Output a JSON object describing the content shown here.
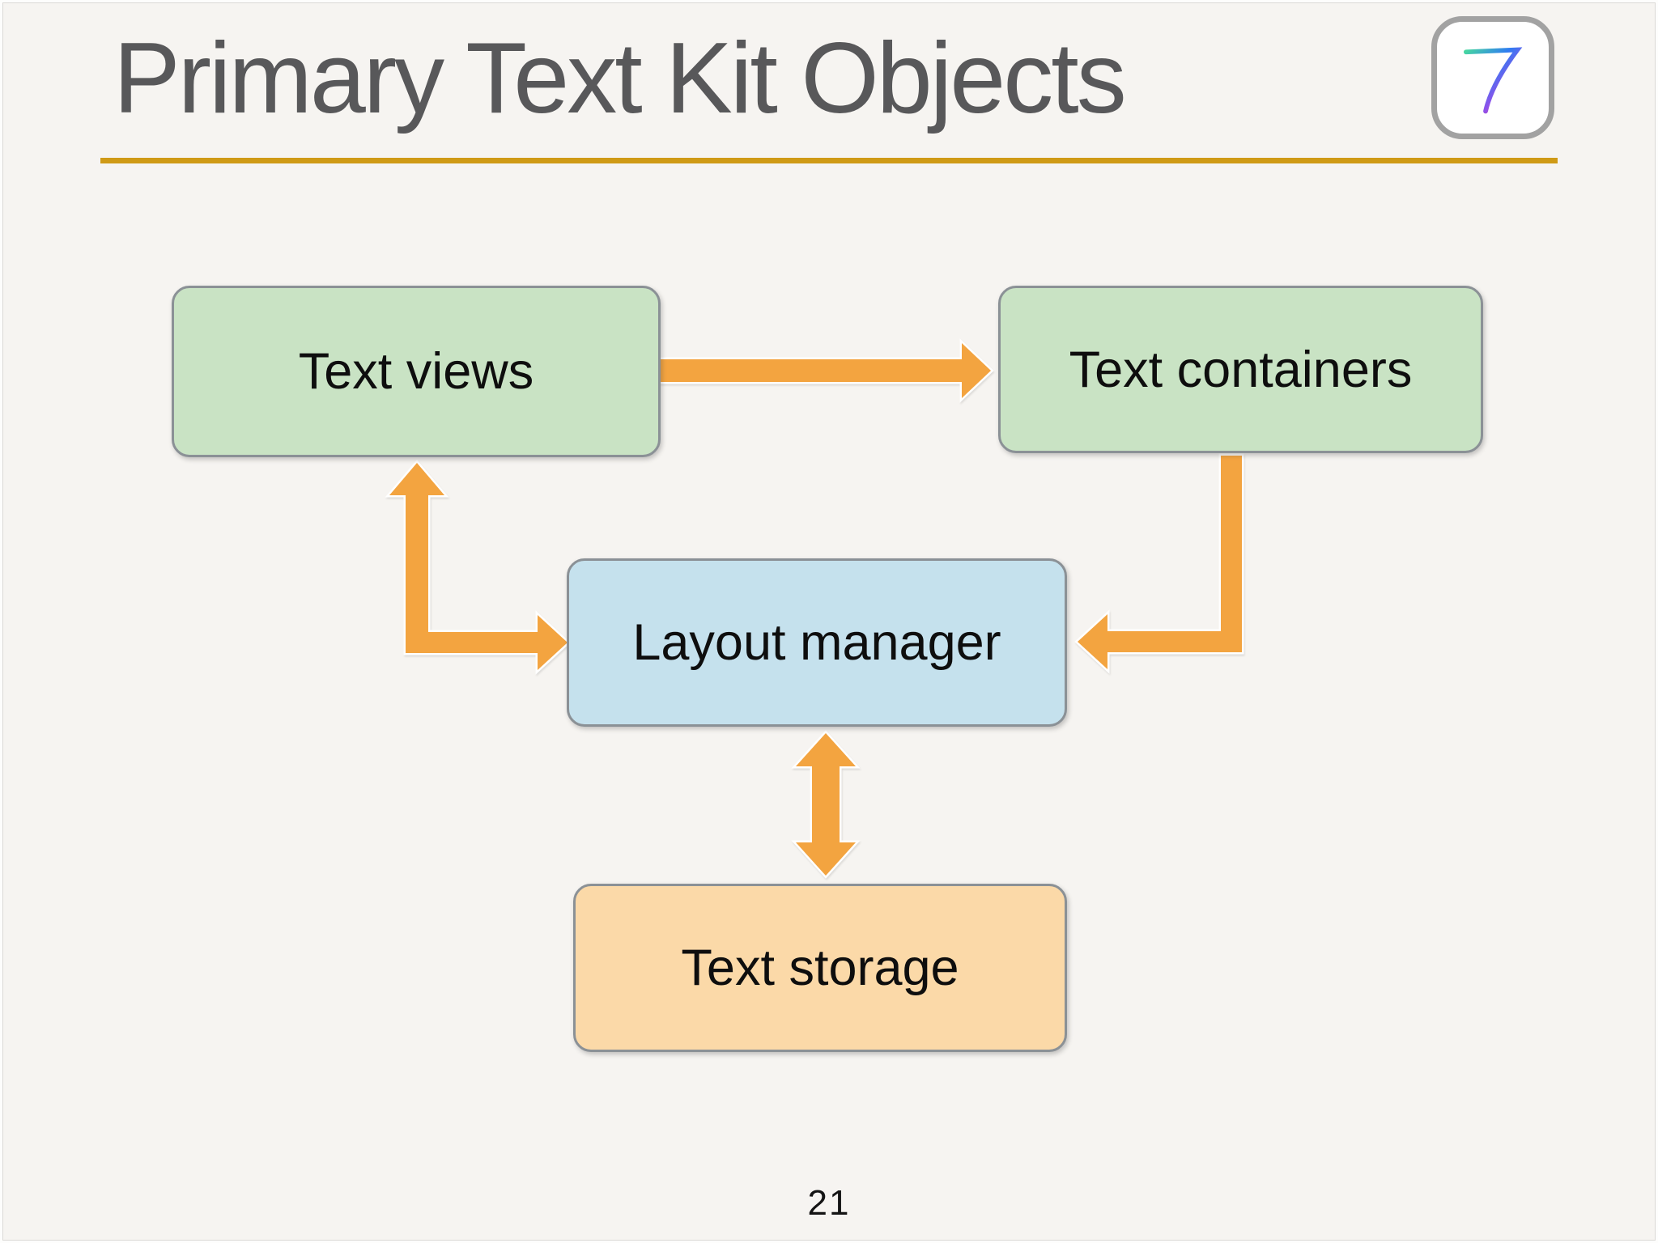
{
  "slide": {
    "title": "Primary Text Kit Objects",
    "page_number": "21",
    "colors": {
      "background": "#f6f4f1",
      "title_text": "#58585a",
      "accent_rule": "#cf9a16",
      "arrow": "#f3a440",
      "node_border": "#8b9196",
      "node_green": "#c9e3c4",
      "node_blue": "#c5e1ed",
      "node_orange": "#fbd9a8"
    }
  },
  "badge": {
    "glyph": "7",
    "gradient": [
      "#47d7a0",
      "#2f7cf2",
      "#9150ea",
      "#ea3a64"
    ]
  },
  "diagram": {
    "nodes": [
      {
        "id": "text-views",
        "label": "Text views",
        "fill": "#c9e3c4"
      },
      {
        "id": "text-containers",
        "label": "Text containers",
        "fill": "#c9e3c4"
      },
      {
        "id": "layout-manager",
        "label": "Layout manager",
        "fill": "#c5e1ed"
      },
      {
        "id": "text-storage",
        "label": "Text storage",
        "fill": "#fbd9a8"
      }
    ],
    "connections": [
      {
        "from": "Text views",
        "to": "Text containers",
        "style": "straight-single-arrow"
      },
      {
        "from": "Layout manager",
        "to": "Text views",
        "style": "elbow-double-arrow"
      },
      {
        "from": "Text containers",
        "to": "Layout manager",
        "style": "elbow-single-arrow"
      },
      {
        "from": "Layout manager",
        "to": "Text storage",
        "style": "straight-double-arrow"
      }
    ]
  }
}
